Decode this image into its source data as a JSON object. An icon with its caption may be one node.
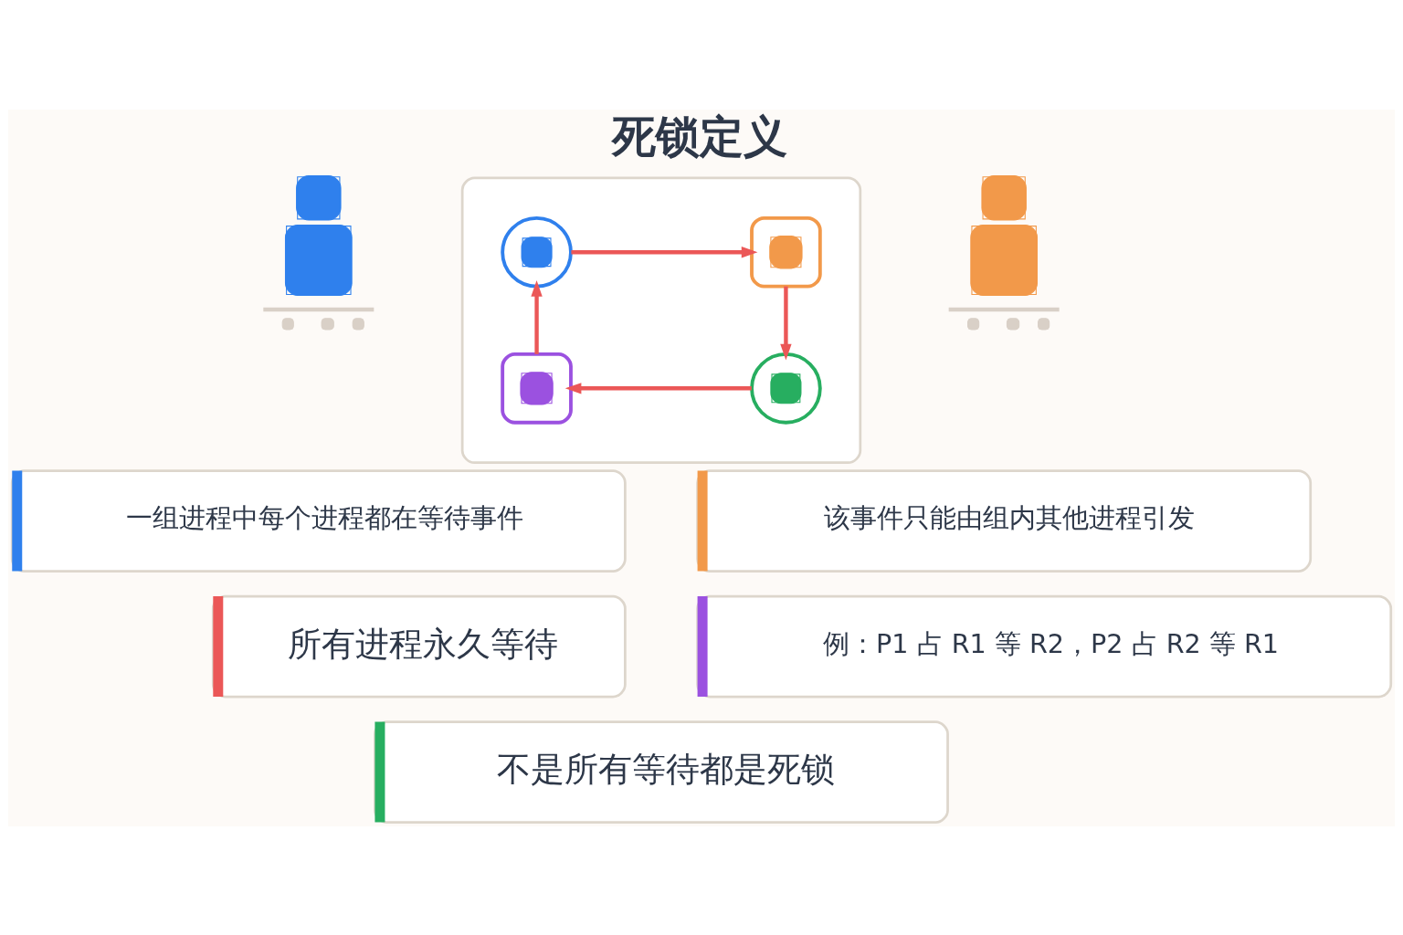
{
  "diagram": {
    "title": "死锁定义",
    "nodes": [
      {
        "text": [],
        "shape": "person"
      },
      {
        "text": [],
        "shape": "box"
      },
      {
        "text": [],
        "shape": "circle",
        "in": 1
      },
      {
        "text": [],
        "shape": "box",
        "in": 1
      },
      {
        "text": [],
        "shape": "box",
        "in": 1
      },
      {
        "text": [],
        "shape": "circle",
        "in": 1
      },
      {
        "text": [],
        "shape": "person"
      },
      {
        "text": [
          "一组进程中每个进程都在等待事件"
        ]
      },
      {
        "text": [
          "该事件只能由组内其他进程引发"
        ]
      },
      {
        "text": [
          "所有进程永久等待"
        ]
      },
      {
        "text": [
          "例：P1 占 R1 等 R2，P2 占 R2 等 R1"
        ]
      },
      {
        "text": [
          "不是所有等待都是死锁"
        ]
      }
    ],
    "edges": [
      {
        "from": 2,
        "to": 3,
        "arrow": "to"
      },
      {
        "from": 3,
        "to": 5,
        "arrow": "to"
      },
      {
        "from": 5,
        "to": 4,
        "arrow": "to"
      },
      {
        "from": 4,
        "to": 2,
        "arrow": "to"
      }
    ]
  }
}
